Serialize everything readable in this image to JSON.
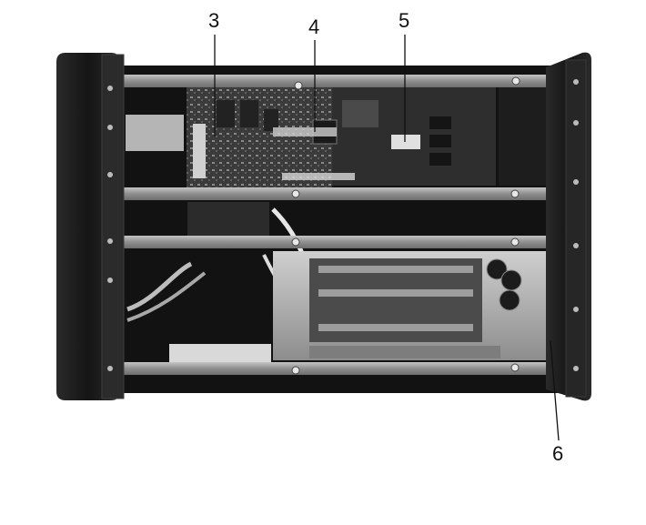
{
  "callouts": [
    {
      "id": "3",
      "text": "3"
    },
    {
      "id": "4",
      "text": "4"
    },
    {
      "id": "5",
      "text": "5"
    },
    {
      "id": "6",
      "text": "6"
    }
  ],
  "colors": {
    "background": "#ffffff",
    "frame_dark": "#1e1e1e",
    "metal_bar": "#9a9a9a",
    "pcb": "#3a3a3a",
    "heatsink": "#b9b9b9"
  }
}
